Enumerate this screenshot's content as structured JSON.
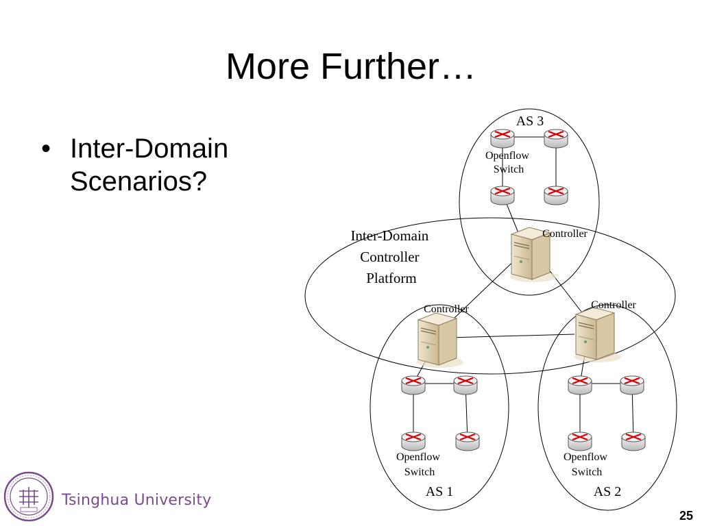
{
  "slide": {
    "title": "More Further…",
    "bullets": [
      "Inter-Domain Scenarios?"
    ],
    "page_number": "25"
  },
  "diagram": {
    "as3_label": "AS 3",
    "as1_label": "AS 1",
    "as2_label": "AS 2",
    "platform_label": [
      "Inter-Domain",
      "Controller",
      "Platform"
    ],
    "controller_label": "Controller",
    "switch_label": [
      "Openflow",
      "Switch"
    ]
  },
  "footer": {
    "university": "Tsinghua University",
    "logo_colors": {
      "primary": "#7a4a8c"
    }
  },
  "icons": {
    "router": "router-icon",
    "server": "server-icon",
    "logo": "university-seal-logo"
  }
}
